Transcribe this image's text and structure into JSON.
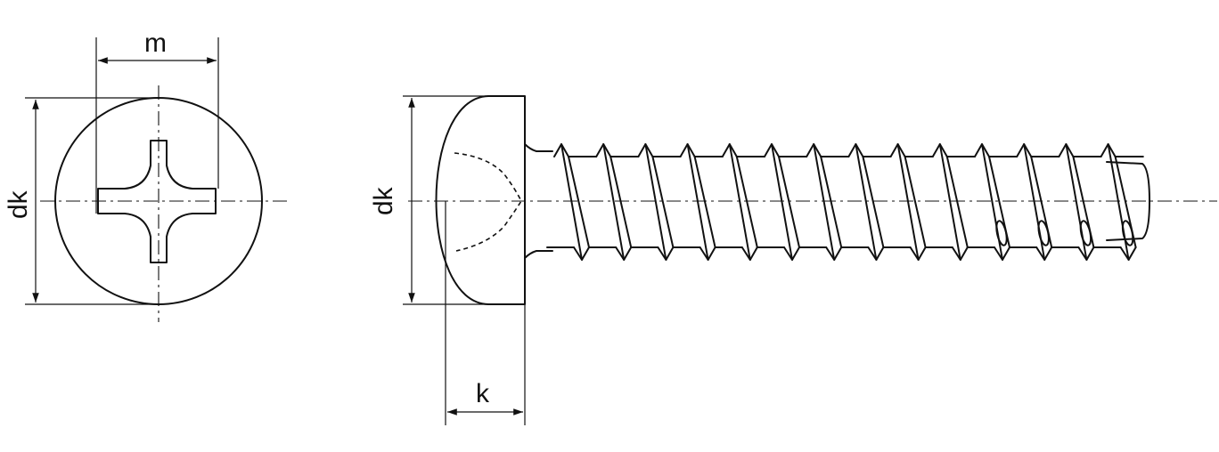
{
  "diagram": {
    "labels": {
      "m": "m",
      "dk_top_view": "dk",
      "dk_side_view": "dk",
      "k": "k"
    },
    "line_color": "#111111",
    "background": "#ffffff",
    "thread_turns": 14
  }
}
